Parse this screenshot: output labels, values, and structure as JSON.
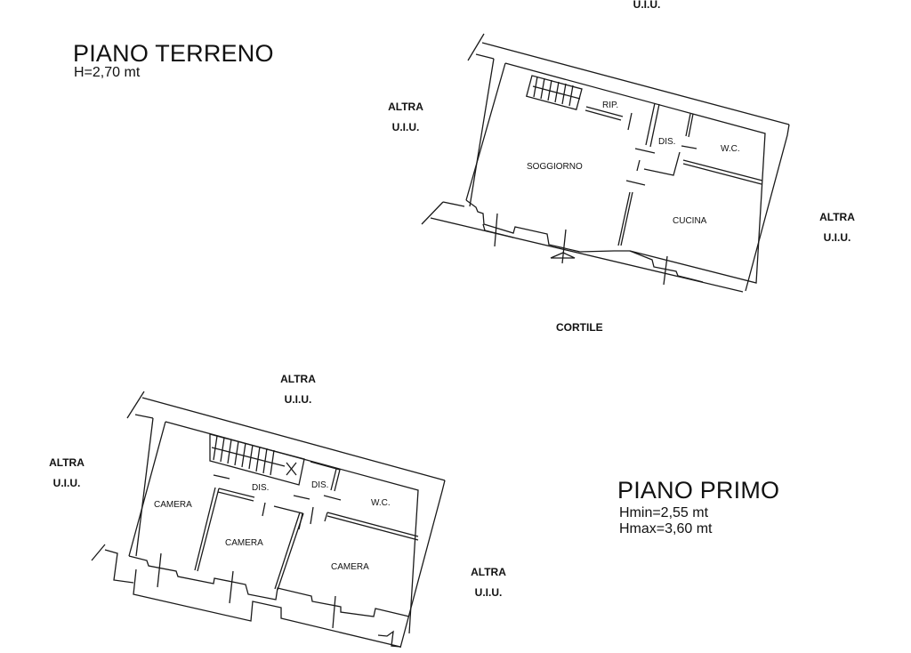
{
  "floors": {
    "ground": {
      "title": "PIANO TERRENO",
      "heights": [
        "H=2,70 mt"
      ],
      "rooms": [
        "RIP.",
        "DIS.",
        "W.C.",
        "SOGGIORNO",
        "CUCINA"
      ]
    },
    "first": {
      "title": "PIANO PRIMO",
      "heights": [
        "Hmin=2,55 mt",
        "Hmax=3,60 mt"
      ],
      "rooms": [
        "DIS.",
        "DIS.",
        "W.C.",
        "CAMERA",
        "CAMERA",
        "CAMERA"
      ]
    }
  },
  "neighbors": {
    "top": {
      "line1": "",
      "line2": "U.I.U."
    },
    "ground_left": {
      "line1": "ALTRA",
      "line2": "U.I.U."
    },
    "ground_right": {
      "line1": "ALTRA",
      "line2": "U.I.U."
    },
    "first_top": {
      "line1": "ALTRA",
      "line2": "U.I.U."
    },
    "first_left": {
      "line1": "ALTRA",
      "line2": "U.I.U."
    },
    "first_right": {
      "line1": "ALTRA",
      "line2": "U.I.U."
    }
  },
  "courtyard": "CORTILE",
  "colors": {
    "line": "#1a1a1a",
    "background": "#ffffff"
  }
}
